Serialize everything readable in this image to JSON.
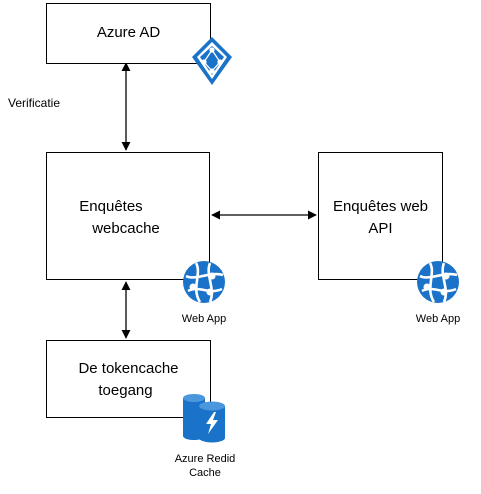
{
  "nodes": {
    "azure_ad": {
      "title": "Azure AD"
    },
    "webcache": {
      "title_line1": "Enquêtes",
      "title_line2": "webcache",
      "icon_caption": "Web App"
    },
    "webapi": {
      "title_line1": "Enquêtes web",
      "title_line2": "API",
      "icon_caption": "Web App"
    },
    "tokencache": {
      "title_line1": "De tokencache",
      "title_line2": "toegang",
      "icon_caption_line1": "Azure Redid",
      "icon_caption_line2": "Cache"
    }
  },
  "edges": {
    "ad_to_webcache": {
      "label": "Verificatie"
    }
  },
  "colors": {
    "azure_blue": "#1a73c8",
    "border": "#000000"
  },
  "icons": {
    "azure_ad": "azure-ad-icon",
    "web_app": "web-app-globe-icon",
    "redis": "redis-cache-icon"
  }
}
